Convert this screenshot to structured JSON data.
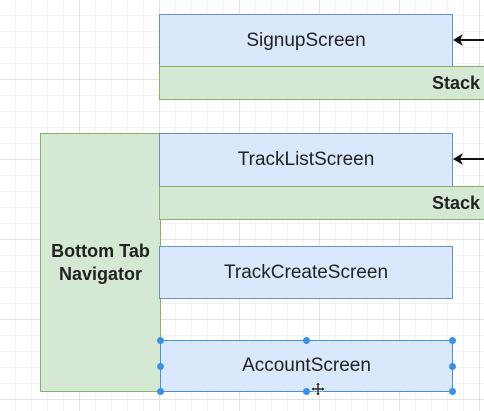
{
  "nodes": {
    "signup_screen": "SignupScreen",
    "stack_navigator_top": "Stack N",
    "track_list_screen": "TrackListScreen",
    "stack_navigator_bottom": "Stack N",
    "bottom_tab_navigator_line1": "Bottom Tab",
    "bottom_tab_navigator_line2": "Navigator",
    "track_create_screen": "TrackCreateScreen",
    "account_screen": "AccountScreen"
  },
  "colors": {
    "screen_fill": "#dae8fc",
    "screen_stroke": "#6c8ebf",
    "navigator_fill": "#d5e8d4",
    "navigator_stroke": "#82b366",
    "selection": "#3d8fe0",
    "grid": "#e2e2e2"
  },
  "icons": {
    "arrow": "arrow-left-icon",
    "move": "move-cursor-icon",
    "handle": "resize-handle-icon"
  }
}
